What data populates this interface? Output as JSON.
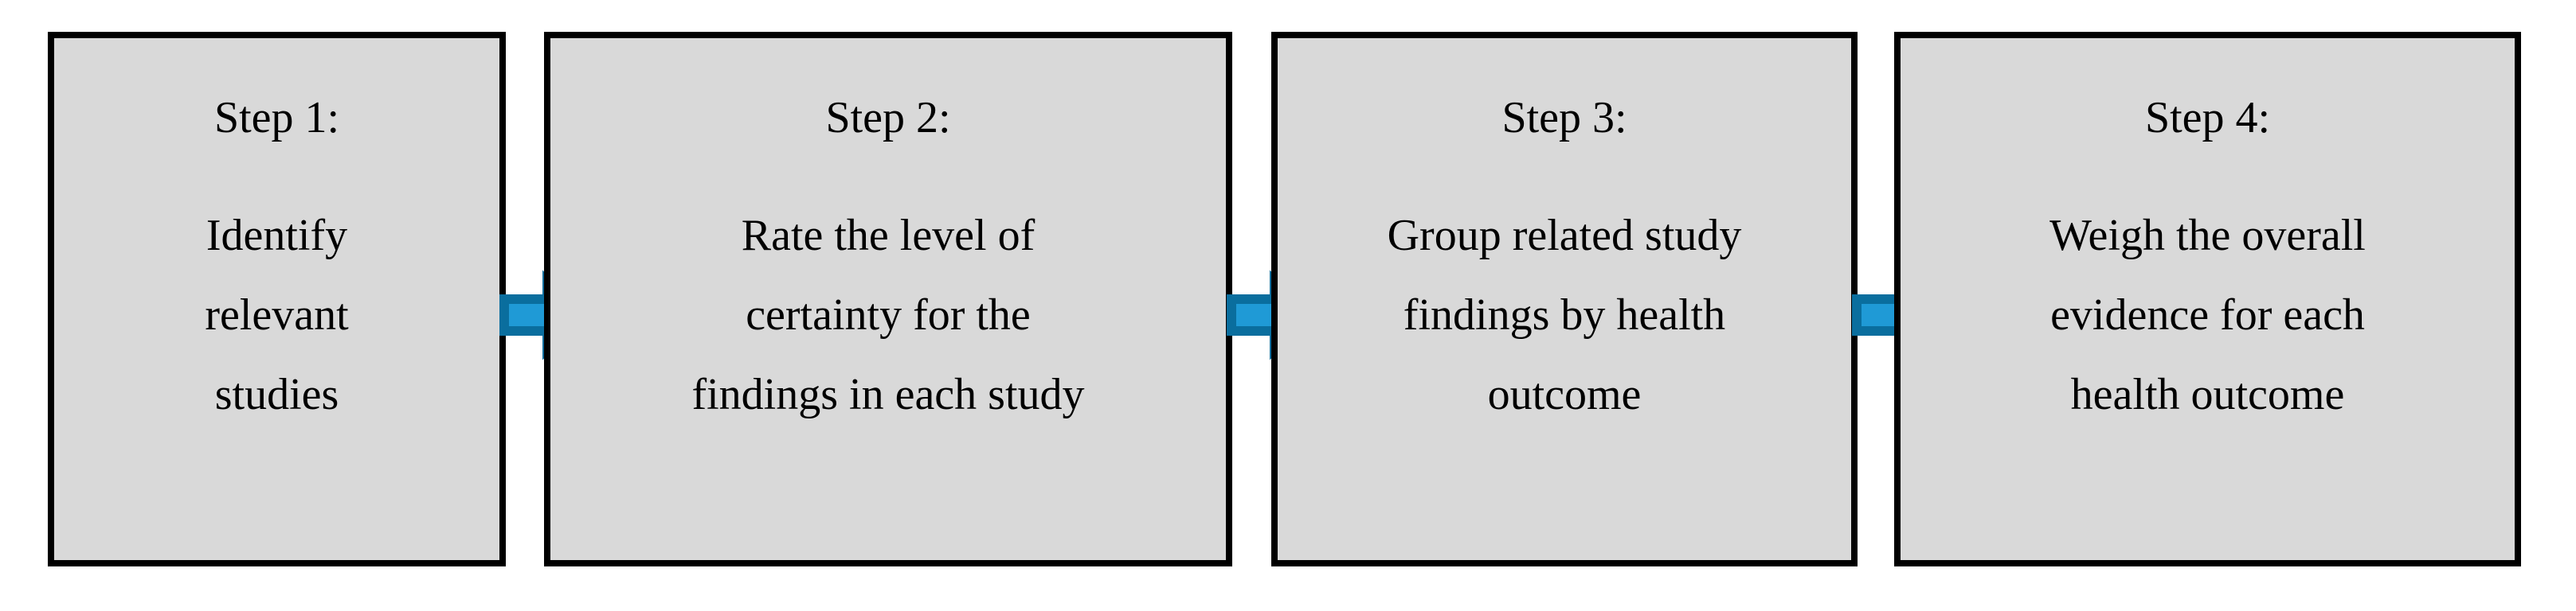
{
  "diagram": {
    "type": "horizontal-process-flow",
    "step_count": 4,
    "colors": {
      "box_fill": "#d9d9d9",
      "box_border": "#000000",
      "text": "#000000",
      "arrow_fill": "#1f9ad6",
      "arrow_outline": "#0a6e9e",
      "background": "#ffffff"
    },
    "steps": [
      {
        "title": "Step 1:",
        "lines": [
          "Identify",
          "relevant",
          "studies"
        ],
        "text": "Identify relevant studies"
      },
      {
        "title": "Step 2:",
        "lines": [
          "Rate the level of",
          "certainty for the",
          "findings in each study"
        ],
        "text": "Rate the level of certainty for the findings in each study"
      },
      {
        "title": "Step 3:",
        "lines": [
          "Group related study",
          "findings by health",
          "outcome"
        ],
        "text": "Group related study findings by health outcome"
      },
      {
        "title": "Step 4:",
        "lines": [
          "Weigh the overall",
          "evidence for each",
          "health outcome"
        ],
        "text": "Weigh the overall evidence for each health outcome"
      }
    ],
    "connectors": [
      {
        "icon": "right-arrow-icon",
        "from": "Step 1:",
        "to": "Step 2:"
      },
      {
        "icon": "right-arrow-icon",
        "from": "Step 2:",
        "to": "Step 3:"
      },
      {
        "icon": "right-arrow-icon",
        "from": "Step 3:",
        "to": "Step 4:"
      }
    ]
  }
}
